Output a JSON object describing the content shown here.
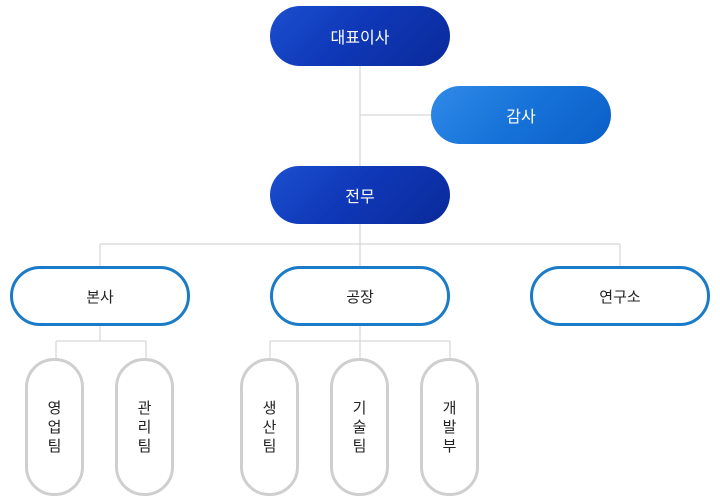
{
  "ceo": {
    "label": "대표이사"
  },
  "audit": {
    "label": "감사"
  },
  "director": {
    "label": "전무"
  },
  "divisions": {
    "hq": {
      "label": "본사",
      "teams": [
        "영업팀",
        "관리팀"
      ]
    },
    "factory": {
      "label": "공장",
      "teams": [
        "생산팀",
        "기술팀",
        "개발부"
      ]
    },
    "lab": {
      "label": "연구소"
    }
  },
  "colors": {
    "primary_dark": "#1241c2",
    "primary_light": "#1a79dd",
    "outline": "#1a7bc8",
    "team_border": "#cfcfcf",
    "connector": "#cccccc"
  }
}
